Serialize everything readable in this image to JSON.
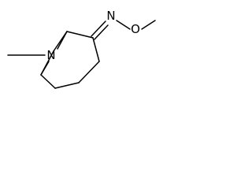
{
  "molecule": {
    "atoms": {
      "oxygen_label": "O",
      "oxime_nitrogen_label": "N",
      "bridge_nitrogen_label": "N"
    },
    "colors": {
      "bond": "#000000",
      "text": "#000000",
      "background": "#ffffff"
    }
  }
}
